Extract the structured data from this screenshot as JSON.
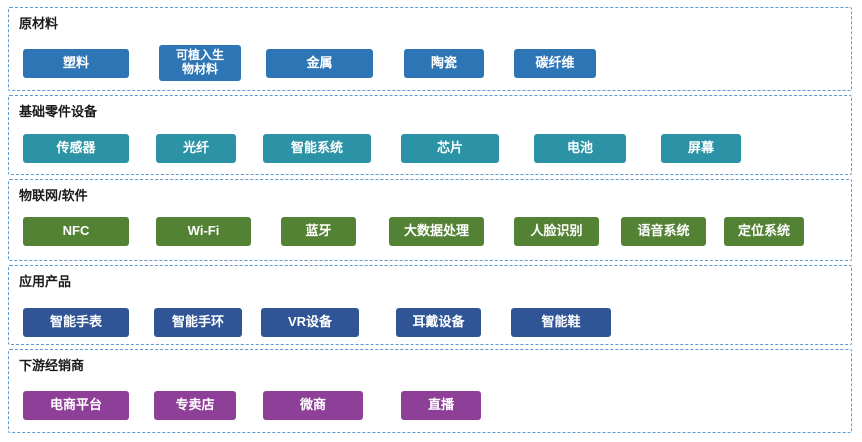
{
  "diagram": {
    "border_color": "#5B9BD5",
    "sections": [
      {
        "title": "原材料",
        "color": "#2E75B6",
        "items": [
          "塑料",
          "可植入生\n物材料",
          "金属",
          "陶瓷",
          "碳纤维"
        ]
      },
      {
        "title": "基础零件设备",
        "color": "#2B93A5",
        "items": [
          "传感器",
          "光纤",
          "智能系统",
          "芯片",
          "电池",
          "屏幕"
        ]
      },
      {
        "title": "物联网/软件",
        "color": "#548235",
        "items": [
          "NFC",
          "Wi-Fi",
          "蓝牙",
          "大数据处理",
          "人脸识别",
          "语音系统",
          "定位系统"
        ]
      },
      {
        "title": "应用产品",
        "color": "#2F5597",
        "items": [
          "智能手表",
          "智能手环",
          "VR设备",
          "耳戴设备",
          "智能鞋"
        ]
      },
      {
        "title": "下游经销商",
        "color": "#8E3F98",
        "items": [
          "电商平台",
          "专卖店",
          "微商",
          "直播"
        ]
      }
    ]
  }
}
